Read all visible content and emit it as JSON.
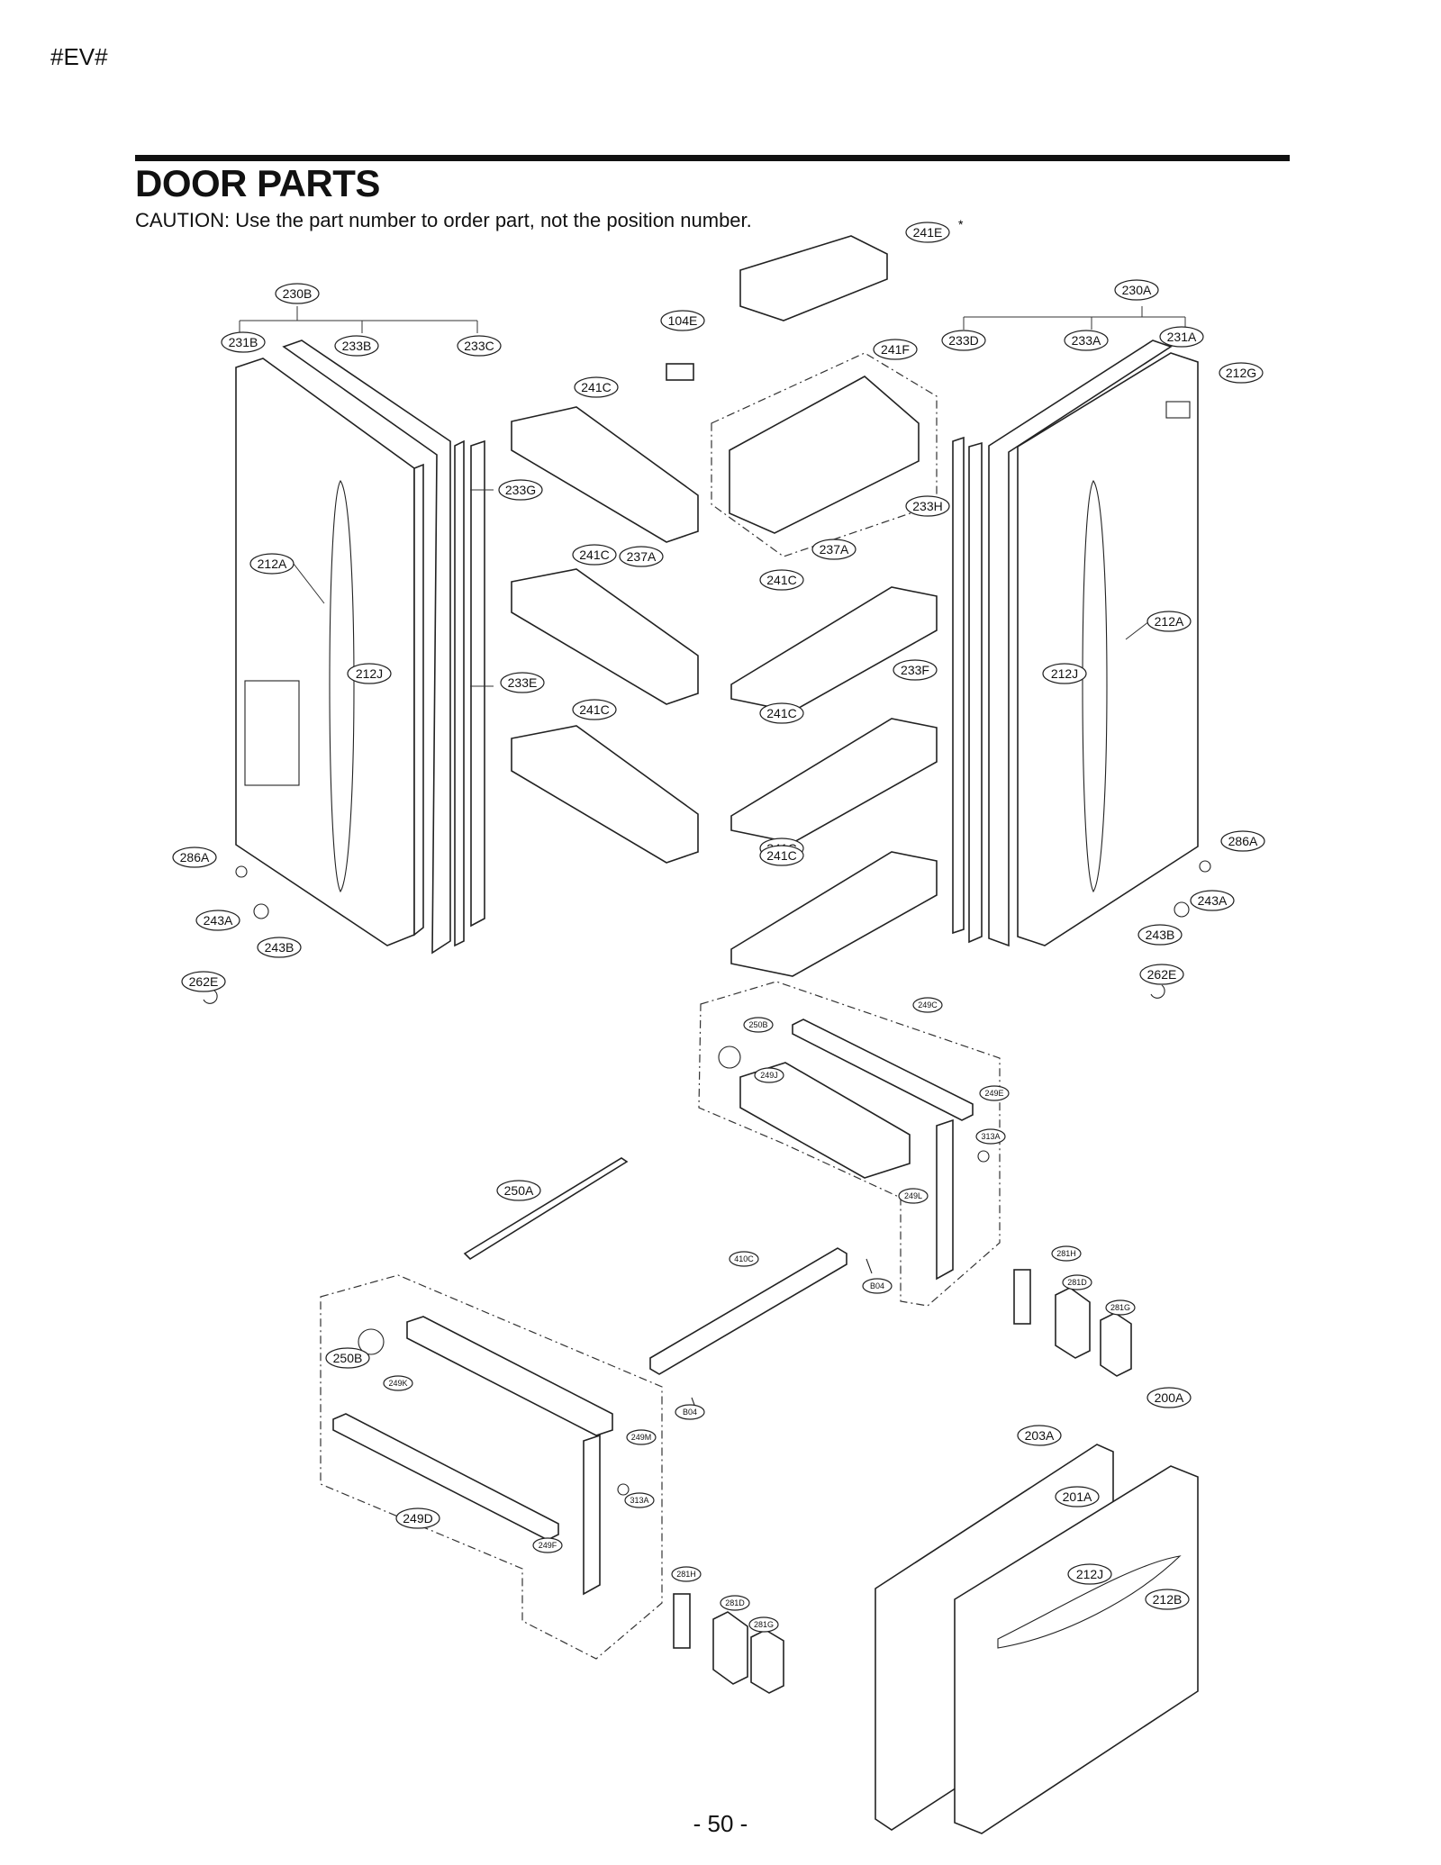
{
  "header_tag": "#EV#",
  "title": "DOOR PARTS",
  "caution": "CAUTION: Use the part number to order part, not the position number.",
  "page_number": "- 50 -",
  "asterisk": "*",
  "callouts": [
    "230B",
    "231B",
    "233B",
    "233C",
    "233G",
    "212A",
    "212J",
    "233E",
    "286A",
    "243A",
    "243B",
    "262E",
    "104E",
    "241E",
    "241F",
    "241C",
    "241C",
    "237A",
    "241C",
    "241C",
    "237A",
    "241C",
    "241C",
    "241C",
    "230A",
    "233D",
    "233A",
    "231A",
    "212G",
    "233H",
    "212A",
    "233F",
    "212J",
    "286A",
    "243A",
    "243B",
    "262E",
    "249C",
    "250B",
    "249J",
    "249E",
    "313A",
    "249L",
    "250A",
    "410C",
    "B04",
    "281H",
    "281D",
    "281G",
    "250B",
    "249K",
    "B04",
    "249M",
    "313A",
    "249D",
    "249F",
    "281H",
    "281D",
    "281G",
    "200A",
    "203A",
    "201A",
    "212J",
    "212B"
  ]
}
